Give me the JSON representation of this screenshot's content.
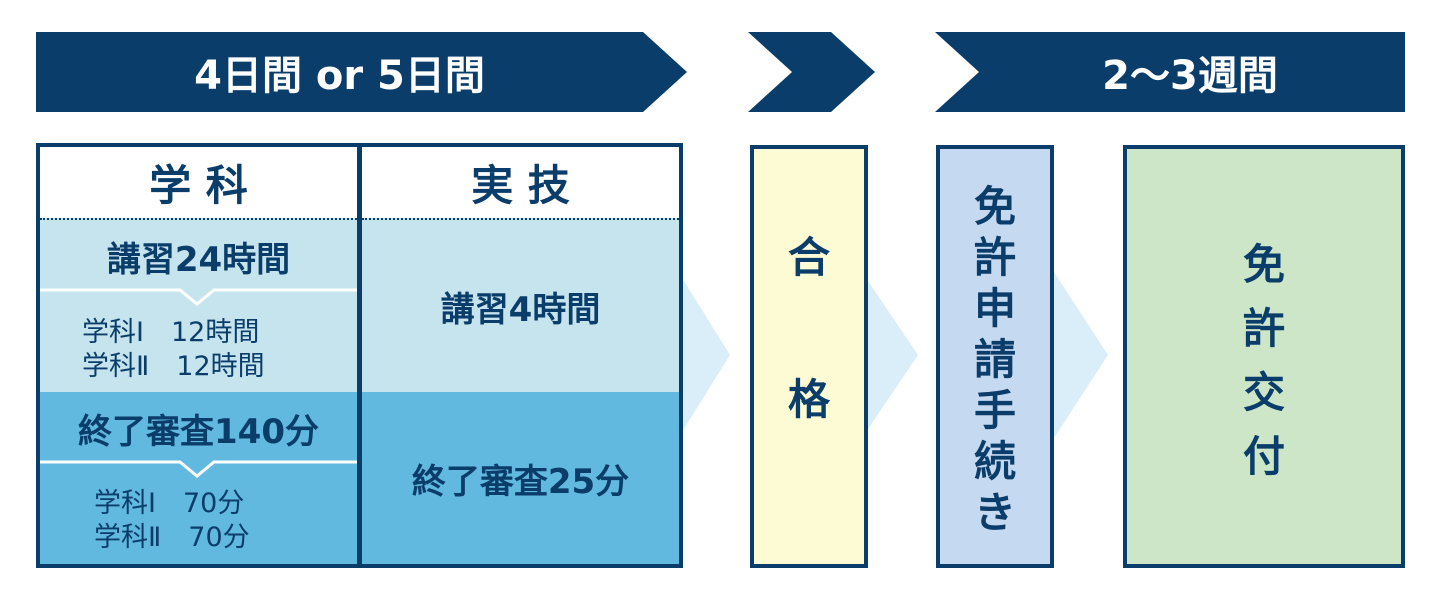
{
  "banner": {
    "left_label": "4日間 or 5日間",
    "right_label": "2～3週間"
  },
  "gakka": {
    "header": "学 科",
    "lecture_label": "講習24時間",
    "lecture_items": [
      "学科Ⅰ　12時間",
      "学科Ⅱ　12時間"
    ],
    "exam_label": "終了審査140分",
    "exam_items": [
      "学科Ⅰ　70分",
      "学科Ⅱ　70分"
    ]
  },
  "jitsugi": {
    "header": "実 技",
    "lecture_label": "講習4時間",
    "exam_label": "終了審査25分"
  },
  "pass": {
    "chars": [
      "合",
      "格"
    ]
  },
  "application": {
    "chars": [
      "免",
      "許",
      "申",
      "請",
      "手",
      "続",
      "き"
    ]
  },
  "issuance": {
    "chars": [
      "免",
      "許",
      "交",
      "付"
    ]
  },
  "colors": {
    "navy": "#0b3d6b",
    "light_blue": "#c6e4ee",
    "mid_blue": "#62b9e0",
    "pale_arrow": "#d9eef8",
    "pass_fill": "#fdfbd4",
    "application_fill": "#c5d9f0",
    "issuance_fill": "#cde6c8"
  }
}
